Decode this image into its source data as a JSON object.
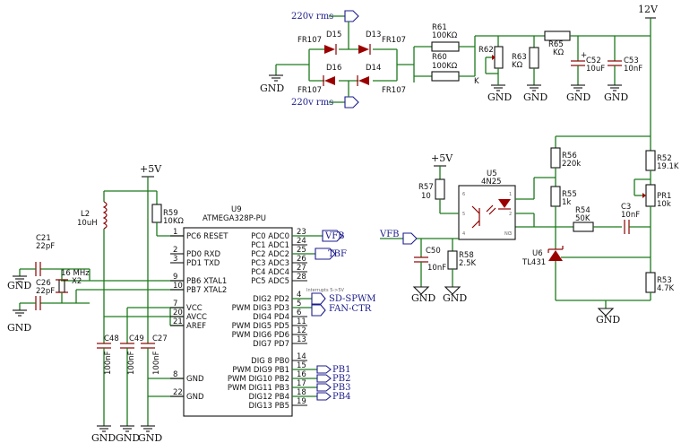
{
  "supplies": {
    "v12": "12V",
    "v5": "+5V",
    "v5b": "+5V",
    "gnd": "GND"
  },
  "nets": {
    "ac1": "220v rms",
    "ac2": "220v rms",
    "vfb_out": "VFB",
    "tbf": "TBF",
    "sd_spwm": "SD-SPWM",
    "fan_ctr": "FAN-CTR",
    "pb1": "PB1",
    "pb2": "PB2",
    "pb3": "PB3",
    "pb4": "PB4",
    "vfb_in": "VFB",
    "interrupt_note": "Interrupts 5->5V"
  },
  "diodes": {
    "d15": {
      "ref": "D15",
      "part": "FR107"
    },
    "d13": {
      "ref": "D13",
      "part": "FR107"
    },
    "d16": {
      "ref": "D16",
      "part": "FR107"
    },
    "d14": {
      "ref": "D14",
      "part": "FR107"
    }
  },
  "resistors": {
    "r61": {
      "ref": "R61",
      "value": "100KΩ"
    },
    "r60": {
      "ref": "R60",
      "value": "100KΩ"
    },
    "r62": {
      "ref": "R62",
      "value": "K"
    },
    "r63": {
      "ref": "R63",
      "value": "KΩ"
    },
    "r65": {
      "ref": "R65",
      "value": "KΩ"
    },
    "r59": {
      "ref": "R59",
      "value": "10KΩ"
    },
    "r57": {
      "ref": "R57",
      "value": "10"
    },
    "r58": {
      "ref": "R58",
      "value": "2.5K"
    },
    "r56": {
      "ref": "R56",
      "value": "220k"
    },
    "r55": {
      "ref": "R55",
      "value": "1k"
    },
    "r54": {
      "ref": "R54",
      "value": "50K"
    },
    "r52": {
      "ref": "R52",
      "value": "19.1K"
    },
    "pr1": {
      "ref": "PR1",
      "value": "10k"
    },
    "r53": {
      "ref": "R53",
      "value": "4.7K"
    }
  },
  "capacitors": {
    "c52": {
      "ref": "C52",
      "value": "10uF"
    },
    "c53": {
      "ref": "C53",
      "value": "10nF"
    },
    "c21": {
      "ref": "C21",
      "value": "22pF"
    },
    "c26": {
      "ref": "C26",
      "value": "22pF"
    },
    "c48": {
      "ref": "C48",
      "value": "100nF"
    },
    "c49": {
      "ref": "C49",
      "value": "100nF"
    },
    "c27": {
      "ref": "C27",
      "value": "100nF"
    },
    "c50": {
      "ref": "C50",
      "value": "10nF"
    },
    "c3": {
      "ref": "C3",
      "value": "10nF"
    }
  },
  "inductor": {
    "ref": "L2",
    "value": "10uH"
  },
  "crystal": {
    "ref": "X2",
    "value": "16 MHz"
  },
  "optocoupler": {
    "ref": "U5",
    "part": "4N25",
    "nc": "NC"
  },
  "regulator": {
    "ref": "U6",
    "part": "TL431"
  },
  "mcu": {
    "ref": "U9",
    "part": "ATMEGA328P-PU",
    "left_pins": [
      {
        "num": "1",
        "name": "PC6 RESET"
      },
      {
        "num": "2",
        "name": "PD0 RXD"
      },
      {
        "num": "3",
        "name": "PD1 TXD"
      },
      {
        "num": "9",
        "name": "PB6 XTAL1"
      },
      {
        "num": "10",
        "name": "PB7 XTAL2"
      },
      {
        "num": "7",
        "name": "VCC"
      },
      {
        "num": "20",
        "name": "AVCC"
      },
      {
        "num": "21",
        "name": "AREF"
      },
      {
        "num": "8",
        "name": "GND"
      },
      {
        "num": "22",
        "name": "GND"
      }
    ],
    "right_pins": [
      {
        "num": "23",
        "name": "PC0 ADC0"
      },
      {
        "num": "24",
        "name": "PC1 ADC1"
      },
      {
        "num": "25",
        "name": "PC2 ADC2"
      },
      {
        "num": "26",
        "name": "PC3 ADC3"
      },
      {
        "num": "27",
        "name": "PC4 ADC4"
      },
      {
        "num": "28",
        "name": "PC5 ADC5"
      },
      {
        "num": "4",
        "name": "DIG2 PD2"
      },
      {
        "num": "5",
        "name": "PWM DIG3 PD3"
      },
      {
        "num": "6",
        "name": "DIG4 PD4"
      },
      {
        "num": "11",
        "name": "PWM DIG5 PD5"
      },
      {
        "num": "12",
        "name": "PWM DIG6 PD6"
      },
      {
        "num": "13",
        "name": "DIG7 PD7"
      },
      {
        "num": "14",
        "name": "DIG 8 PB0"
      },
      {
        "num": "15",
        "name": "PWM DIG9 PB1"
      },
      {
        "num": "16",
        "name": "PWM DIG10 PB2"
      },
      {
        "num": "17",
        "name": "PWM DIG11 PB3"
      },
      {
        "num": "18",
        "name": "DIG12 PB4"
      },
      {
        "num": "19",
        "name": "DIG13 PB5"
      }
    ]
  }
}
